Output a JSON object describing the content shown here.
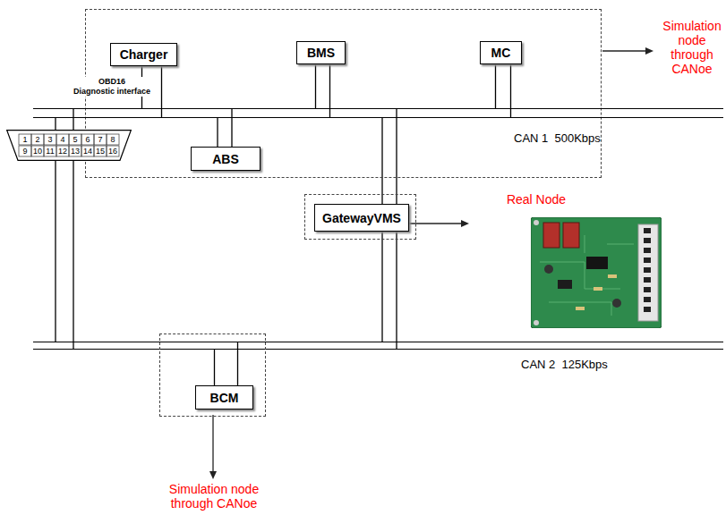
{
  "diagram": {
    "nodes": [
      {
        "text": [
          "Simulation node through CANoe"
        ]
      },
      {
        "text": [
          "Charger"
        ],
        "in": 0
      },
      {
        "text": [
          "BMS"
        ],
        "in": 0
      },
      {
        "text": [
          "MC"
        ],
        "in": 0
      },
      {
        "text": [
          "ABS"
        ],
        "in": 0
      },
      {
        "text": [
          "CAN 1  500Kbps"
        ]
      },
      {
        "text": [
          "OBD16",
          "Diagnostic interface",
          "1",
          "2",
          "3",
          "4",
          "5",
          "6",
          "7",
          "8",
          "9",
          "10",
          "11",
          "12",
          "13",
          "14",
          "15",
          "16"
        ]
      },
      {
        "text": [
          "Real Node"
        ]
      },
      {
        "text": [
          "GatewayVMS"
        ],
        "in": 7
      },
      {
        "text": [
          "CAN 2  125Kbps"
        ]
      },
      {
        "text": [
          "Simulation node through CANoe"
        ]
      },
      {
        "text": [
          "BCM"
        ],
        "in": 10
      }
    ],
    "edges": [
      {
        "from": 1,
        "to": 5,
        "arrow": "none"
      },
      {
        "from": 2,
        "to": 5,
        "arrow": "none"
      },
      {
        "from": 3,
        "to": 5,
        "arrow": "none"
      },
      {
        "from": 4,
        "to": 5,
        "arrow": "none"
      },
      {
        "from": 6,
        "to": 5,
        "arrow": "none"
      },
      {
        "from": 6,
        "to": 9,
        "arrow": "none"
      },
      {
        "from": 8,
        "to": 5,
        "arrow": "none"
      },
      {
        "from": 8,
        "to": 9,
        "arrow": "none"
      },
      {
        "from": 11,
        "to": 9,
        "arrow": "none"
      }
    ]
  }
}
